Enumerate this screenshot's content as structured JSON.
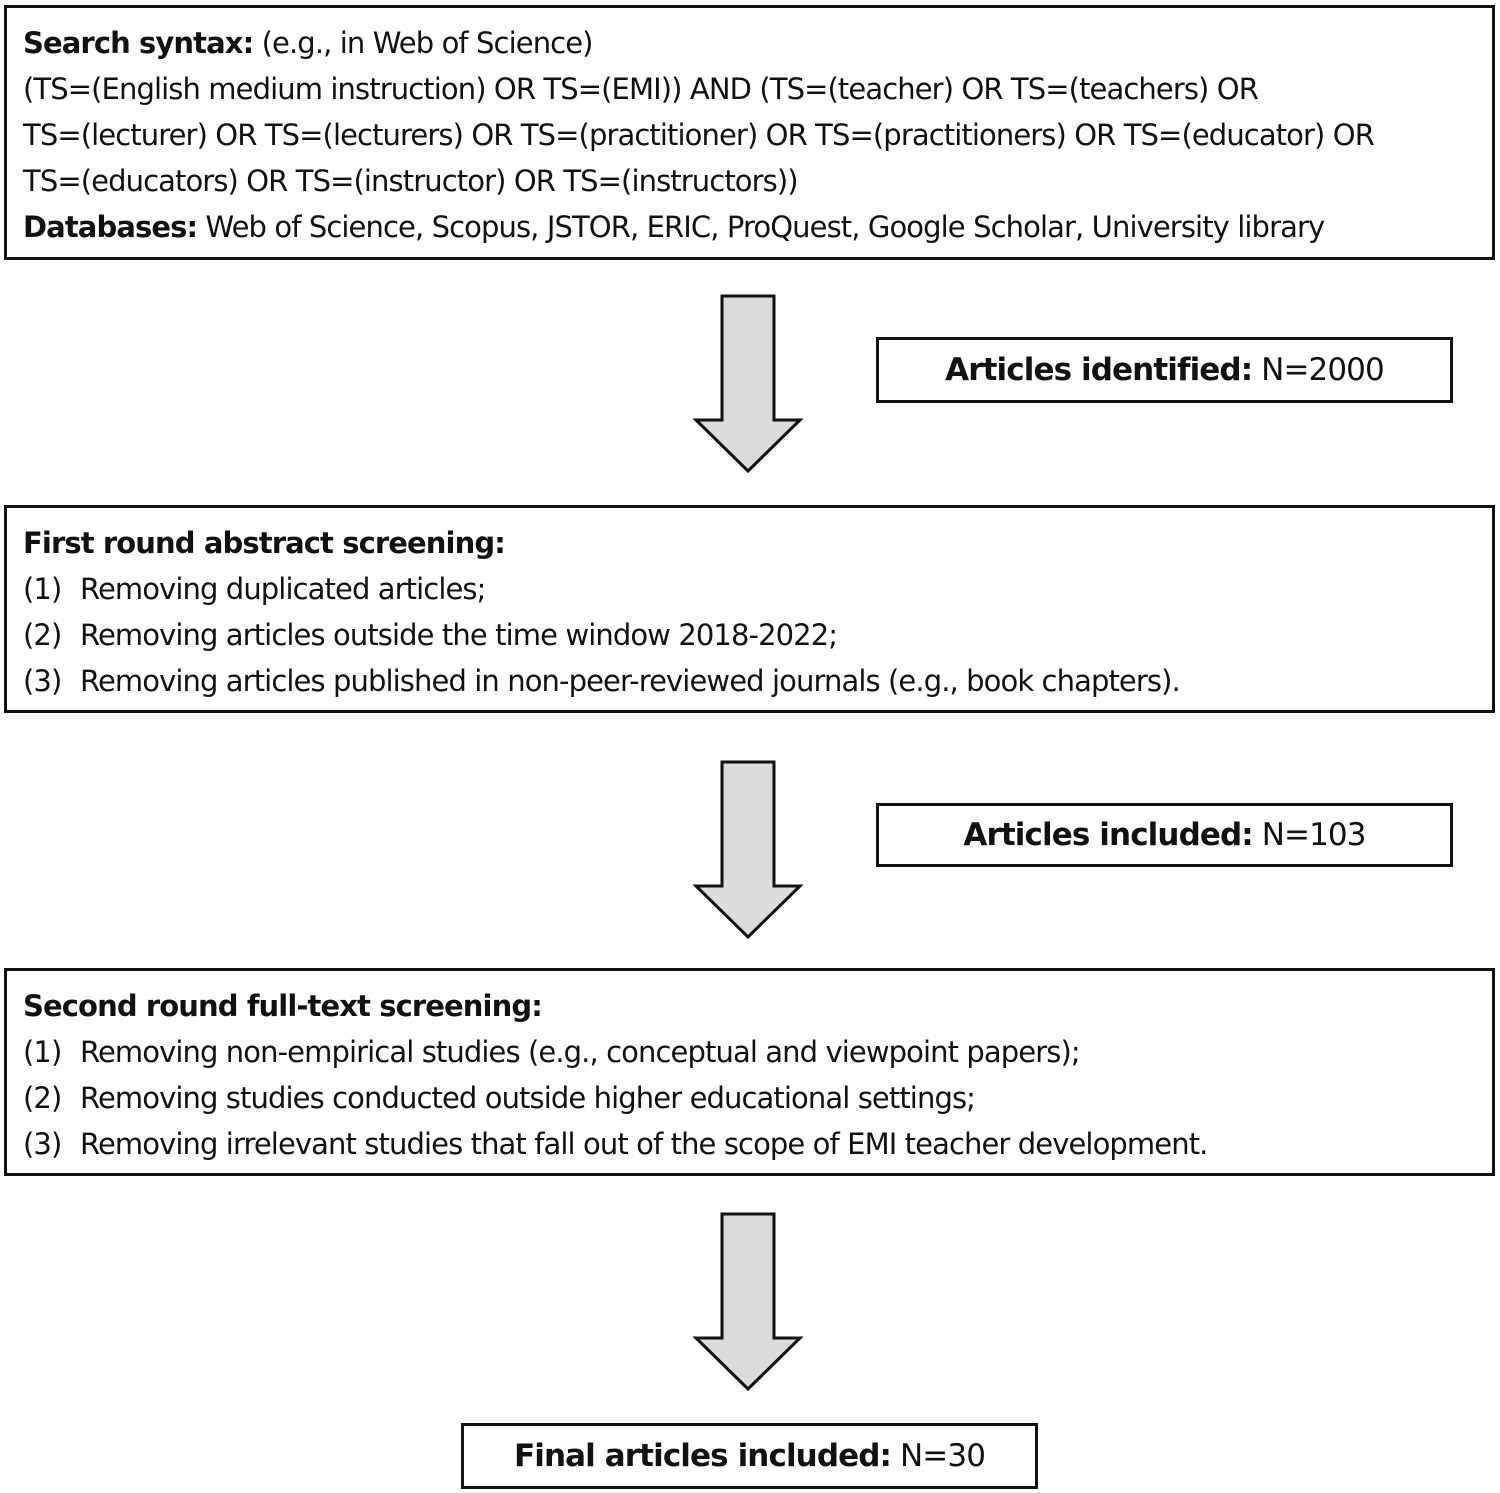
{
  "search_box": {
    "syntax_label": "Search syntax:",
    "syntax_note": " (e.g., in Web of Science)",
    "query_lines": [
      "(TS=(English medium instruction) OR TS=(EMI)) AND (TS=(teacher) OR TS=(teachers) OR",
      "TS=(lecturer) OR TS=(lecturers) OR TS=(practitioner) OR TS=(practitioners) OR TS=(educator) OR",
      "TS=(educators) OR TS=(instructor) OR TS=(instructors))"
    ],
    "databases_label": "Databases:",
    "databases_value": " Web of Science, Scopus, JSTOR, ERIC, ProQuest, Google Scholar, University library"
  },
  "identified": {
    "label": "Articles identified:",
    "value": " N=2000"
  },
  "first_round": {
    "title": "First round abstract screening:",
    "items": [
      {
        "num": "(1)",
        "text": "Removing duplicated articles;"
      },
      {
        "num": "(2)",
        "text": "Removing articles outside the time window 2018-2022;"
      },
      {
        "num": "(3)",
        "text": "Removing articles published in non-peer-reviewed journals (e.g., book chapters)."
      }
    ]
  },
  "included": {
    "label": "Articles included:",
    "value": " N=103"
  },
  "second_round": {
    "title": "Second round full-text screening:",
    "items": [
      {
        "num": "(1)",
        "text": "Removing non-empirical studies (e.g., conceptual and viewpoint papers);"
      },
      {
        "num": "(2)",
        "text": "Removing studies conducted outside higher educational settings;"
      },
      {
        "num": "(3)",
        "text": "Removing irrelevant studies that fall out of the scope of EMI teacher development."
      }
    ]
  },
  "final": {
    "label": "Final articles included:",
    "value": " N=30"
  },
  "colors": {
    "border": "#111111",
    "arrow_fill": "#dcdcdc",
    "background": "#ffffff"
  },
  "icons": {
    "flow_arrow": "down-arrow-icon"
  }
}
